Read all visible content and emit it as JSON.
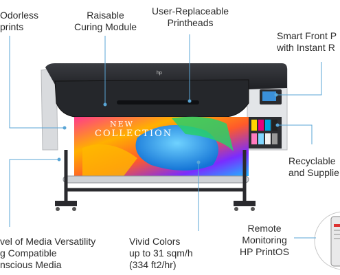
{
  "labels": {
    "odorless": "Odorless\nprints",
    "curing": "Raisable\nCuring Module",
    "printheads": "User-Replaceable\nPrintheads",
    "front_panel": "Smart Front P\nwith Instant R",
    "recyclable": "Recyclable\nand Supplie",
    "media": "vel of Media Versatility\ng Compatible\nnscious Media",
    "vivid": "Vivid Colors\nup to 31 sqm/h\n(334 ft2/hr)",
    "remote": "Remote\nMonitoring\nHP PrintOS"
  },
  "poster": {
    "line1": "NEW",
    "line2": "COLLECTION"
  },
  "brand_mark": "hp",
  "colors": {
    "callout_line": "#5aa6d6",
    "printer_body": "#2b2d31",
    "printer_side": "#d9dbde",
    "screen": "#3a8fd9"
  }
}
